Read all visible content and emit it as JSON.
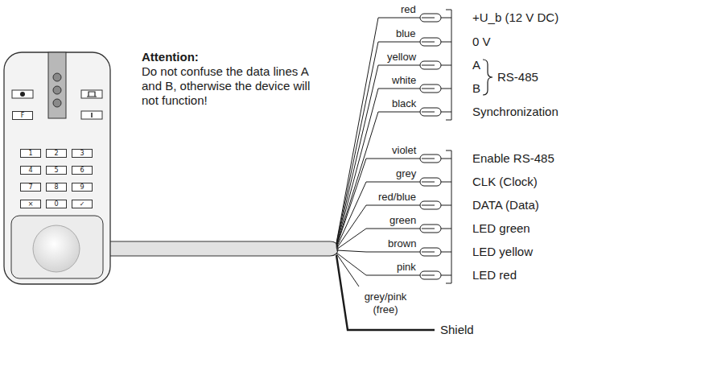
{
  "diagram": {
    "nodes": [
      {
        "text": [
          "F"
        ]
      },
      {
        "text": [
          "1"
        ]
      },
      {
        "text": [
          "2"
        ]
      },
      {
        "text": [
          "3"
        ]
      },
      {
        "text": [
          "4"
        ]
      },
      {
        "text": [
          "5"
        ]
      },
      {
        "text": [
          "6"
        ]
      },
      {
        "text": [
          "7"
        ]
      },
      {
        "text": [
          "8"
        ]
      },
      {
        "text": [
          "9"
        ]
      },
      {
        "text": [
          "×"
        ]
      },
      {
        "text": [
          "0"
        ]
      },
      {
        "text": [
          "✓"
        ]
      }
    ],
    "labels": [
      "Attention:",
      "Do not confuse the data lines A and B, otherwise the device will not function!",
      "red",
      "blue",
      "yellow",
      "white",
      "black",
      "violet",
      "grey",
      "red/blue",
      "green",
      "brown",
      "grey/pink (free)",
      "pink",
      "Shield",
      "+U_b (12 V DC)",
      "0 V",
      "A",
      "B",
      "RS-485",
      "Synchronization",
      "Enable RS-485",
      "CLK (Clock)",
      "DATA (Data)",
      "LED green",
      "LED yellow",
      "LED red"
    ]
  }
}
